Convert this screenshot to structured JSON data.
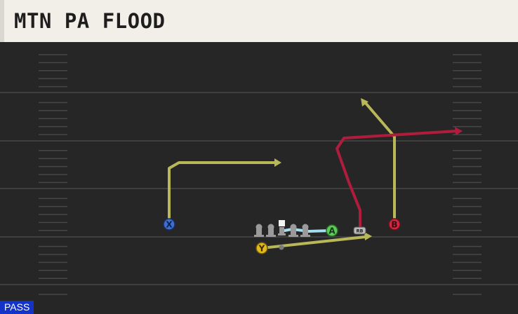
{
  "play": {
    "title": "MTN PA FLOOD",
    "mode": "PASS"
  },
  "players": [
    {
      "id": "X",
      "label": "X",
      "color": "#3d6fd0"
    },
    {
      "id": "Y",
      "label": "Y",
      "color": "#e3b81a"
    },
    {
      "id": "A",
      "label": "A",
      "color": "#5cc95a"
    },
    {
      "id": "B",
      "label": "B",
      "color": "#d0283d"
    },
    {
      "id": "RB",
      "label": "RB",
      "color": "#b9b9b9"
    }
  ],
  "colors": {
    "field": "#262626",
    "yard_line": "#3f3f3f",
    "hash": "#4a4a4a",
    "route_gold": "#b8b858",
    "route_red": "#b01d3c",
    "route_block": "#a6dcef",
    "lineman": "#9a9a9a"
  }
}
